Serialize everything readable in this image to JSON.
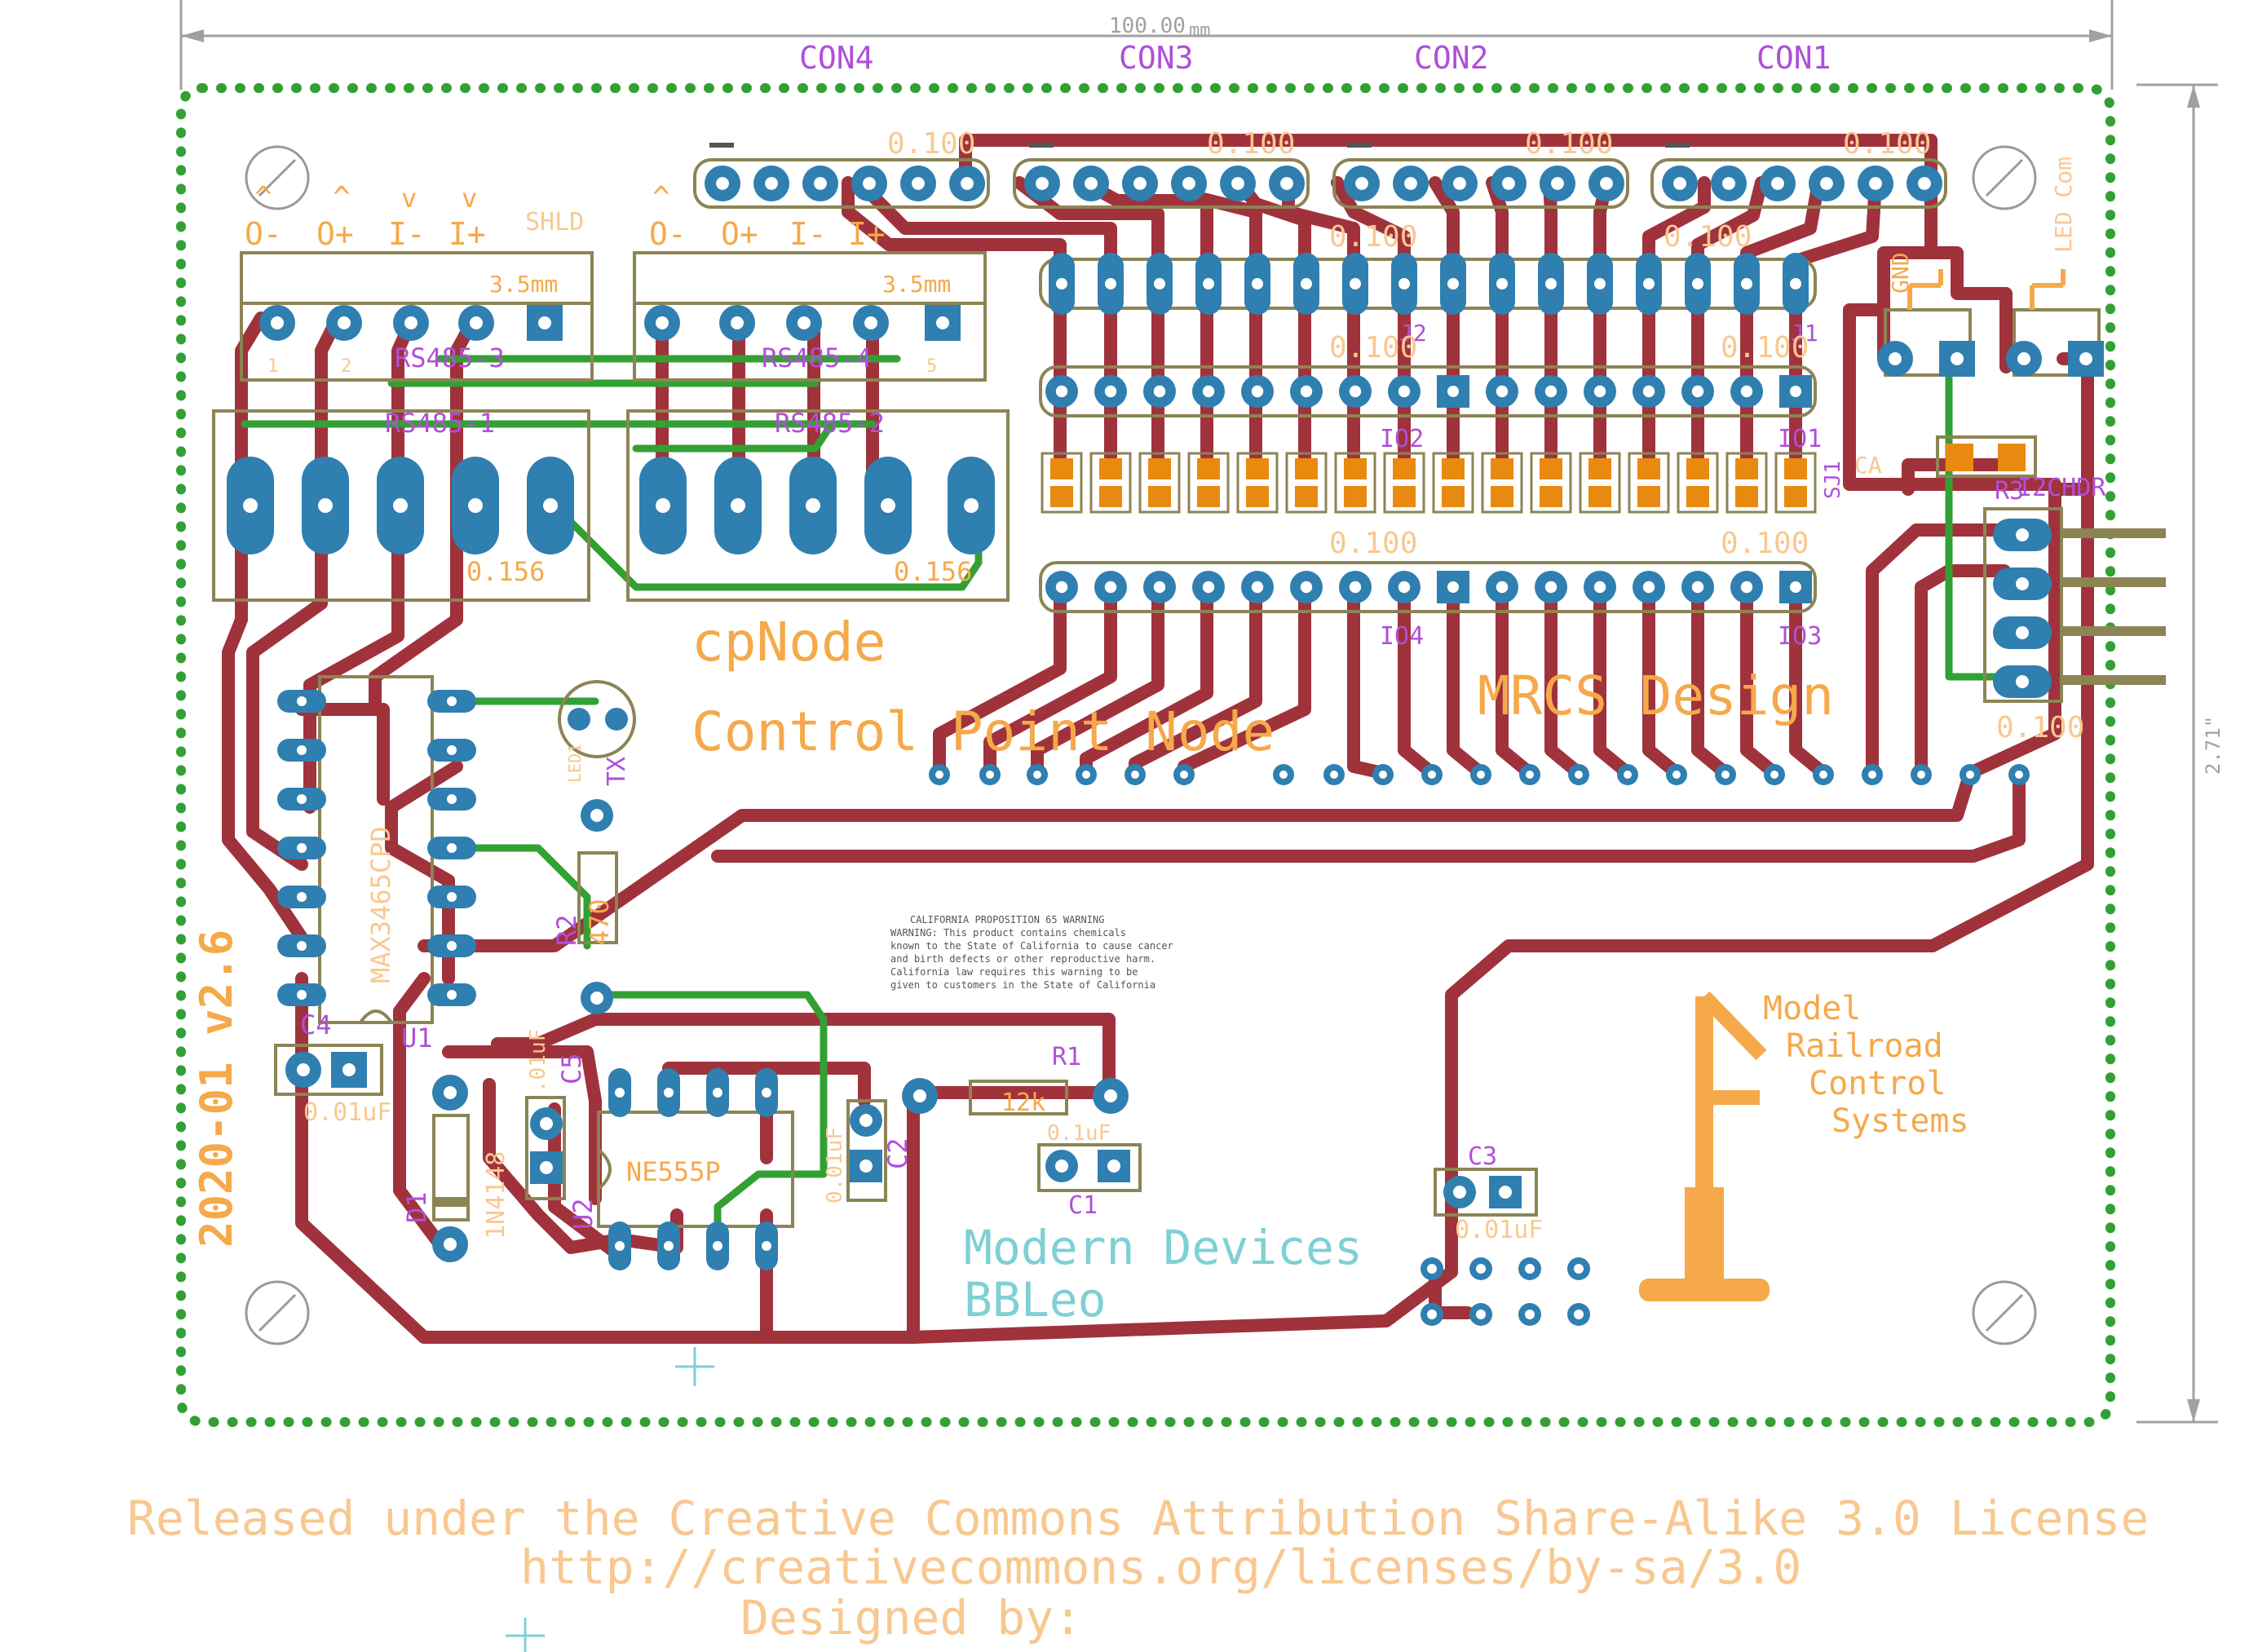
{
  "board": {
    "dimension_h": "100.00",
    "dimension_h_unit": "mm",
    "dimension_v": "2.71\"",
    "connectors": [
      "CON4",
      "CON3",
      "CON2",
      "CON1"
    ],
    "pitch_labels": [
      "0.100",
      "0.100",
      "0.100",
      "0.100"
    ],
    "terminal_left": {
      "labels": [
        "O-",
        "O+",
        "I-",
        "I+"
      ],
      "arrows": [
        "^",
        "^",
        "v",
        "v"
      ],
      "shld": "SHLD",
      "size": "3.5mm",
      "pin1": "1",
      "pin2": "2"
    },
    "terminal_right": {
      "labels": [
        "O-",
        "O+",
        "I-",
        "I+"
      ],
      "arrows": [
        "^"
      ],
      "size": "3.5mm",
      "pin5": "5"
    },
    "rs485": [
      "RS485-3",
      "RS485-4",
      "RS485-1",
      "RS485-2"
    ],
    "rj_pitch": [
      "0.156",
      "0.156"
    ],
    "headers": {
      "j2": "J2",
      "j1": "J1",
      "io1": "IO1",
      "io2": "IO2",
      "io3": "IO3",
      "io4": "IO4",
      "pitch_row": [
        "0.100",
        "0.100",
        "0.100",
        "0.100"
      ],
      "top_row": [
        "0.100",
        "0.100"
      ],
      "sj1": "SJ1",
      "ca": "CA"
    },
    "right_side": {
      "gnd": "GND",
      "led_com": "LED Com",
      "r3": "R3",
      "i2chdr": "I2CHDR",
      "pitch": "0.100"
    },
    "title1": "cpNode",
    "title2": "Control Point Node",
    "mrcs": "MRCS Design",
    "version": "2020-01  v2.6",
    "mrcs_logo": [
      "Model",
      "Railroad",
      "Control",
      "Systems"
    ],
    "modern_devices": "Modern Devices",
    "bbleo": "BBLeo",
    "prop65": [
      "CALIFORNIA PROPOSITION 65 WARNING",
      "WARNING: This product contains chemicals",
      "known to the State of California to cause cancer",
      "and birth defects or other reproductive harm.",
      "California law requires this warning to be",
      "given to customers in the State of California"
    ],
    "components": {
      "u1": "U1",
      "u1_part": "MAX3465CPD",
      "c4": "C4",
      "c4_val": "0.01uF",
      "r2": "R2",
      "r2_val": "470",
      "tx": "TX",
      "led1": "LED1",
      "d1": "D1",
      "d1_part": "1N4148",
      "c5": "C5",
      "c5_val": ".01uF",
      "u2": "U2",
      "u2_part": "NE555P",
      "c2": "C2",
      "c2_val": "0.01uF",
      "r1": "R1",
      "r1_val": "12k",
      "c1": "C1",
      "c1_val": "0.1uF",
      "c3": "C3",
      "c3_val": "0.01uF"
    },
    "license": [
      "Released under the Creative Commons Attribution Share-Alike 3.0 License",
      "http://creativecommons.org/licenses/by-sa/3.0",
      "Designed by:"
    ],
    "colors": {
      "trace": "#a0323c",
      "pad": "#2f7fb0",
      "silk": "#f5a94a",
      "name": "#b04fd8",
      "outline": "#33a033"
    }
  }
}
